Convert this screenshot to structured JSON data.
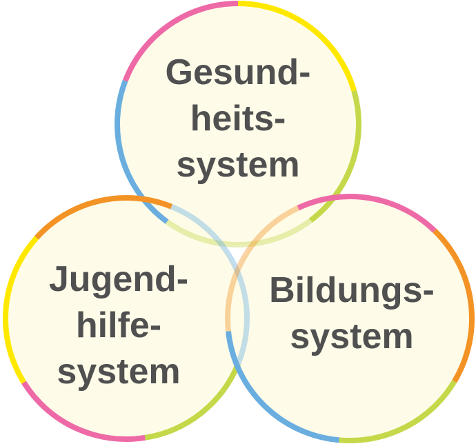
{
  "colors": {
    "fill": "#fefbe5",
    "text": "#505050",
    "pink": "#ee6aa7",
    "yellow": "#ffe800",
    "green": "#c5d84a",
    "blue": "#6aaee0",
    "orange": "#f39325"
  },
  "circles": [
    {
      "name": "gesundheitssystem",
      "lines": [
        "Gesund-",
        "heits-",
        "system"
      ]
    },
    {
      "name": "jugendhilfesystem",
      "lines": [
        "Jugend-",
        "hilfe-",
        "system"
      ]
    },
    {
      "name": "bildungssystem",
      "lines": [
        "Bildungs-",
        "system"
      ]
    }
  ]
}
